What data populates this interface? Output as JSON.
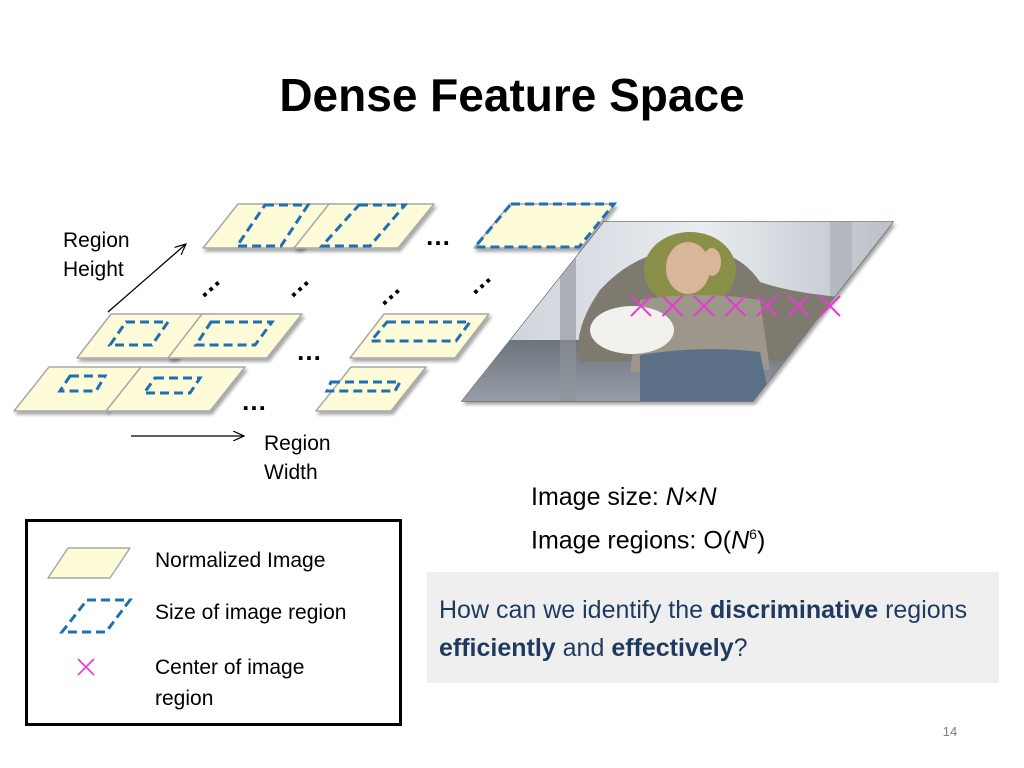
{
  "slide": {
    "title": "Dense Feature Space",
    "page_number": "14"
  },
  "axes": {
    "region_height": [
      "Region",
      "Height"
    ],
    "region_width": [
      "Region",
      "Width"
    ]
  },
  "ellipsis": "…",
  "image_info": {
    "size_label": "Image size: ",
    "size_n1": "N",
    "size_times": "×",
    "size_n2": "N",
    "regions_label": "Image regions: O(",
    "regions_n": "N",
    "regions_exp": "6",
    "regions_close": ")"
  },
  "question": {
    "part1": "How can we identify the ",
    "part2": "discriminative",
    "part3": " regions ",
    "part4": "efficiently",
    "part5": " and ",
    "part6": "effectively",
    "part7": "?"
  },
  "legend": {
    "normalized_image": "Normalized Image",
    "region_size": "Size of image region",
    "center_line1": "Center of image",
    "center_line2": "region"
  },
  "colors": {
    "tile_fill": "#fdfbd8",
    "tile_stroke": "#a8a8a8",
    "region_dash": "#1f6fb2",
    "center_marker": "#e83ad6",
    "question_text": "#1f3a5f"
  },
  "center_marker_count": 7
}
